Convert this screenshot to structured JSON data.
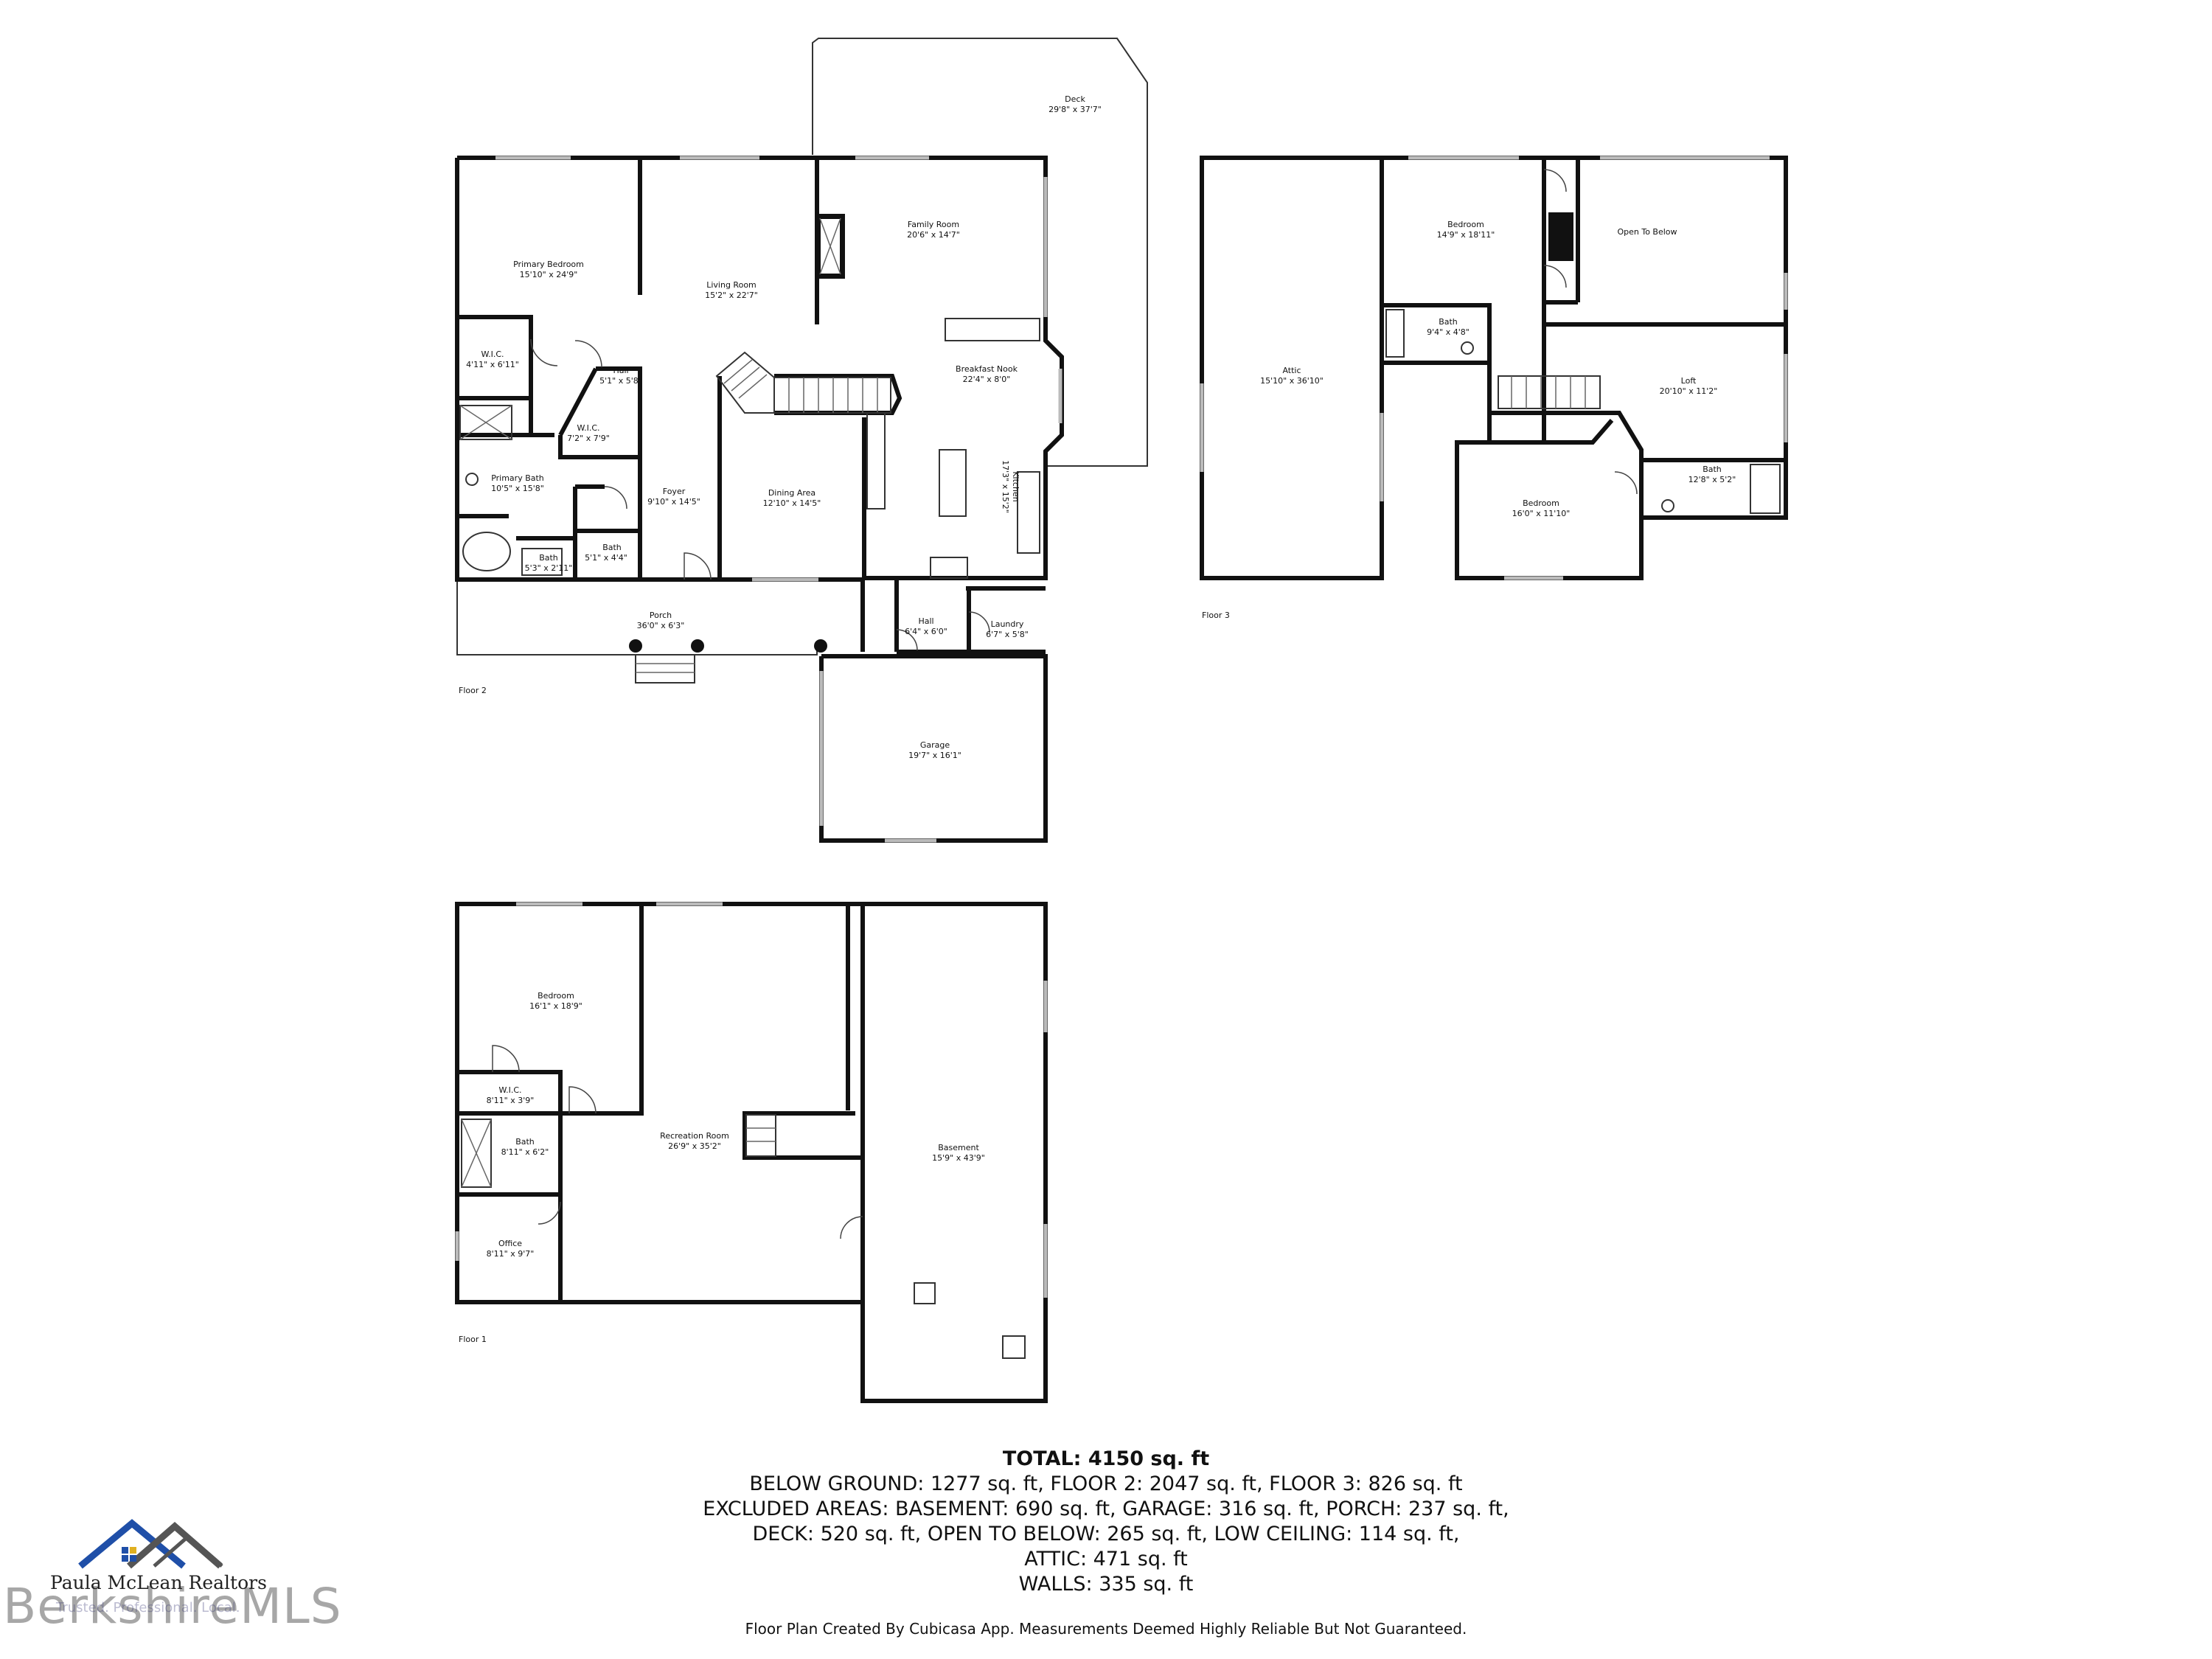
{
  "floor2": {
    "label": "Floor 2",
    "rooms": {
      "deck": {
        "name": "Deck",
        "dims": "29'8\" x 37'7\""
      },
      "family_room": {
        "name": "Family Room",
        "dims": "20'6\" x 14'7\""
      },
      "primary_bedroom": {
        "name": "Primary Bedroom",
        "dims": "15'10\" x 24'9\""
      },
      "living_room": {
        "name": "Living Room",
        "dims": "15'2\" x 22'7\""
      },
      "wic1": {
        "name": "W.I.C.",
        "dims": "4'11\" x 6'11\""
      },
      "hall1": {
        "name": "Hall",
        "dims": "5'1\" x 5'8\""
      },
      "breakfast_nook": {
        "name": "Breakfast Nook",
        "dims": "22'4\" x 8'0\""
      },
      "wic2": {
        "name": "W.I.C.",
        "dims": "7'2\" x 7'9\""
      },
      "primary_bath": {
        "name": "Primary Bath",
        "dims": "10'5\" x 15'8\""
      },
      "foyer": {
        "name": "Foyer",
        "dims": "9'10\" x 14'5\""
      },
      "dining_area": {
        "name": "Dining Area",
        "dims": "12'10\" x 14'5\""
      },
      "kitchen": {
        "name": "Kitchen",
        "dims": "17'3\" x 15'2\""
      },
      "bath_small1": {
        "name": "Bath",
        "dims": "5'1\" x 4'4\""
      },
      "bath_small2": {
        "name": "Bath",
        "dims": "5'3\" x 2'11\""
      },
      "porch": {
        "name": "Porch",
        "dims": "36'0\" x 6'3\""
      },
      "hall2": {
        "name": "Hall",
        "dims": "6'4\" x 6'0\""
      },
      "laundry": {
        "name": "Laundry",
        "dims": "6'7\" x 5'8\""
      },
      "garage": {
        "name": "Garage",
        "dims": "19'7\" x 16'1\""
      }
    }
  },
  "floor3": {
    "label": "Floor 3",
    "rooms": {
      "bedroom1": {
        "name": "Bedroom",
        "dims": "14'9\" x 18'11\""
      },
      "open_to_below": {
        "name": "Open To Below",
        "dims": ""
      },
      "bath1": {
        "name": "Bath",
        "dims": "9'4\" x 4'8\""
      },
      "attic": {
        "name": "Attic",
        "dims": "15'10\" x 36'10\""
      },
      "loft": {
        "name": "Loft",
        "dims": "20'10\" x 11'2\""
      },
      "bath2": {
        "name": "Bath",
        "dims": "12'8\" x 5'2\""
      },
      "bedroom2": {
        "name": "Bedroom",
        "dims": "16'0\" x 11'10\""
      }
    }
  },
  "floor1": {
    "label": "Floor 1",
    "rooms": {
      "bedroom": {
        "name": "Bedroom",
        "dims": "16'1\" x 18'9\""
      },
      "wic": {
        "name": "W.I.C.",
        "dims": "8'11\" x 3'9\""
      },
      "recreation_room": {
        "name": "Recreation Room",
        "dims": "26'9\" x 35'2\""
      },
      "basement": {
        "name": "Basement",
        "dims": "15'9\" x 43'9\""
      },
      "bath": {
        "name": "Bath",
        "dims": "8'11\" x 6'2\""
      },
      "office": {
        "name": "Office",
        "dims": "8'11\" x 9'7\""
      }
    }
  },
  "summary": {
    "total": "TOTAL: 4150 sq. ft",
    "line1": "BELOW GROUND: 1277 sq. ft, FLOOR 2: 2047 sq. ft, FLOOR 3: 826 sq. ft",
    "line2": "EXCLUDED AREAS: BASEMENT: 690 sq. ft, GARAGE: 316 sq. ft, PORCH: 237 sq. ft,",
    "line3": "DECK: 520 sq. ft, OPEN TO BELOW: 265 sq. ft, LOW CEILING: 114 sq. ft,",
    "line4": "ATTIC: 471 sq. ft",
    "line5": "WALLS: 335 sq. ft"
  },
  "disclaimer": "Floor Plan Created By Cubicasa App. Measurements Deemed Highly Reliable But Not Guaranteed.",
  "logo": {
    "company": "Paula McLean Realtors",
    "brand": "BerkshireMLS",
    "tagline": "Trusted. Professional. Local.",
    "colors": {
      "blue": "#1f4fa8",
      "gray": "#555555",
      "gold": "#e0b020"
    }
  },
  "icons": [
    "house-roof-logo-icon"
  ]
}
